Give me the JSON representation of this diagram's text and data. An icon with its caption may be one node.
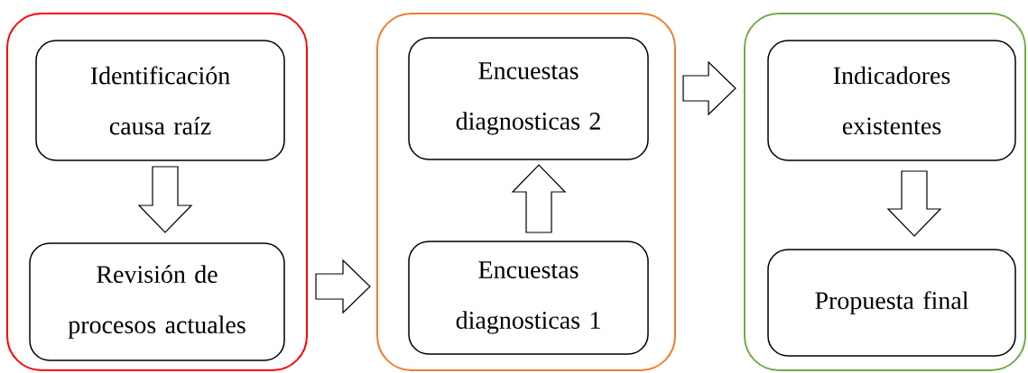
{
  "diagram": {
    "nodes": [
      {
        "text": [],
        "shape": "box"
      },
      {
        "text": [
          "Identificación causa raíz"
        ],
        "in": 0
      },
      {
        "text": [
          "Revisión de procesos actuales"
        ],
        "in": 0
      },
      {
        "text": [],
        "shape": "box"
      },
      {
        "text": [
          "Encuestas diagnosticas 2"
        ],
        "in": 3
      },
      {
        "text": [
          "Encuestas diagnosticas 1"
        ],
        "in": 3
      },
      {
        "text": [],
        "shape": "box"
      },
      {
        "text": [
          "Indicadores existentes"
        ],
        "in": 6
      },
      {
        "text": [
          "Propuesta final"
        ],
        "in": 6
      }
    ],
    "edges": [
      {
        "from": 1,
        "to": 2,
        "arrow": "to"
      },
      {
        "from": 0,
        "to": 3,
        "arrow": "to"
      },
      {
        "from": 5,
        "to": 4,
        "arrow": "to"
      },
      {
        "from": 3,
        "to": 6,
        "arrow": "to"
      },
      {
        "from": 7,
        "to": 8,
        "arrow": "to"
      }
    ]
  }
}
